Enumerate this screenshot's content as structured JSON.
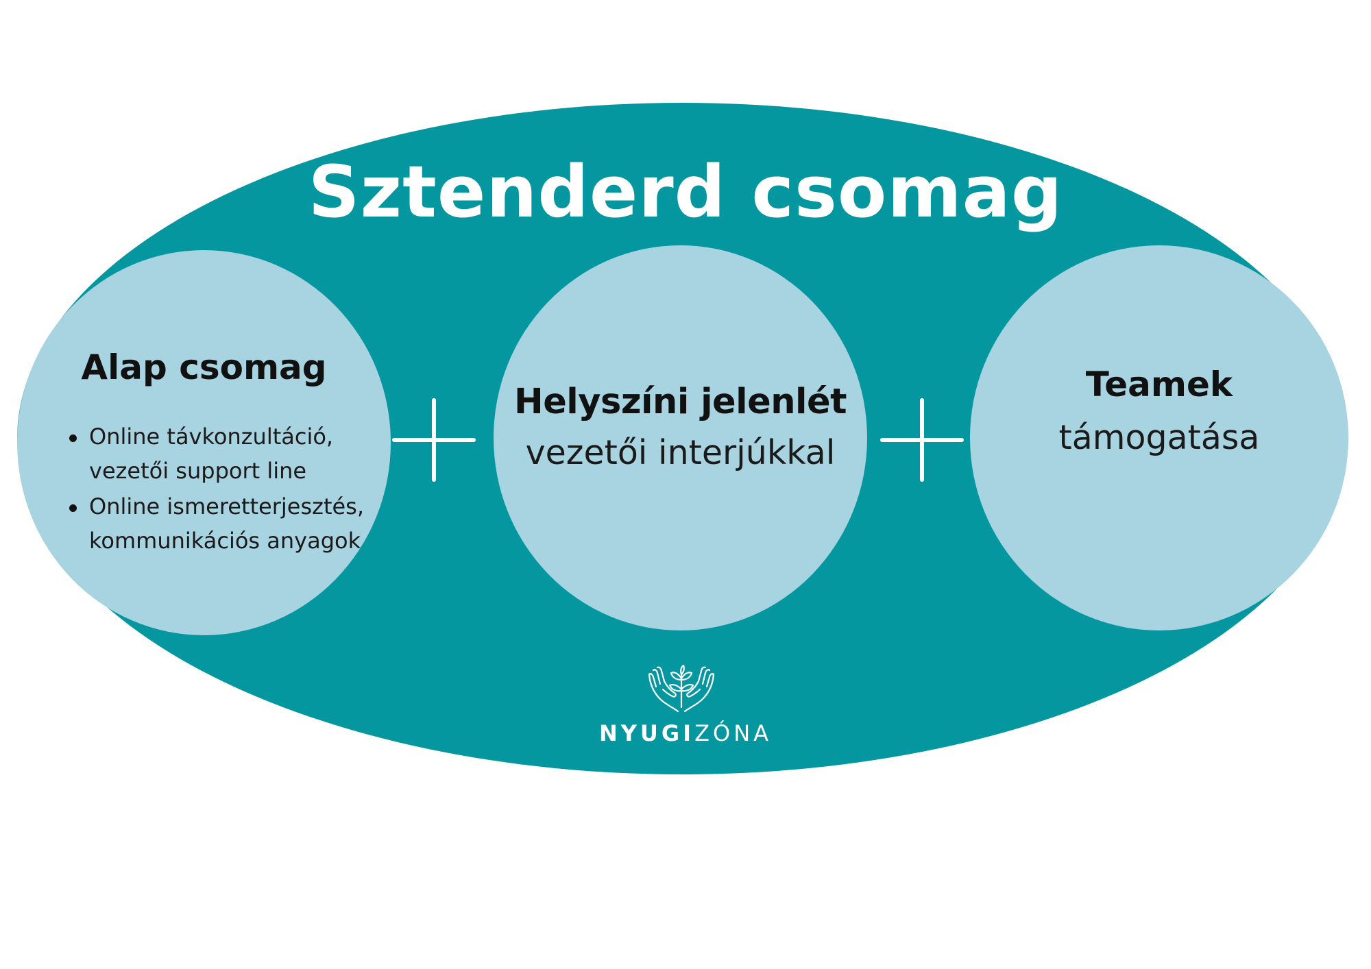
{
  "title": "Sztenderd csomag",
  "circles": {
    "left": {
      "heading": "Alap csomag",
      "bullets": [
        {
          "line1": "Online távkonzultáció,",
          "line2": "vezetői support line"
        },
        {
          "line1": "Online ismeretterjesztés,",
          "line2": "kommunikációs anyagok"
        }
      ]
    },
    "middle": {
      "heading": "Helyszíni jelenlét",
      "sub": "vezetői interjúkkal"
    },
    "right": {
      "heading": "Teamek",
      "sub": "támogatása"
    }
  },
  "logo": {
    "icon": "hands-sprout-icon",
    "text_bold": "NYUGI",
    "text_light": "ZÓNA"
  },
  "colors": {
    "ellipse": "#05979f",
    "circle": "#a8d3e0",
    "text_dark": "#111111",
    "white": "#ffffff"
  }
}
